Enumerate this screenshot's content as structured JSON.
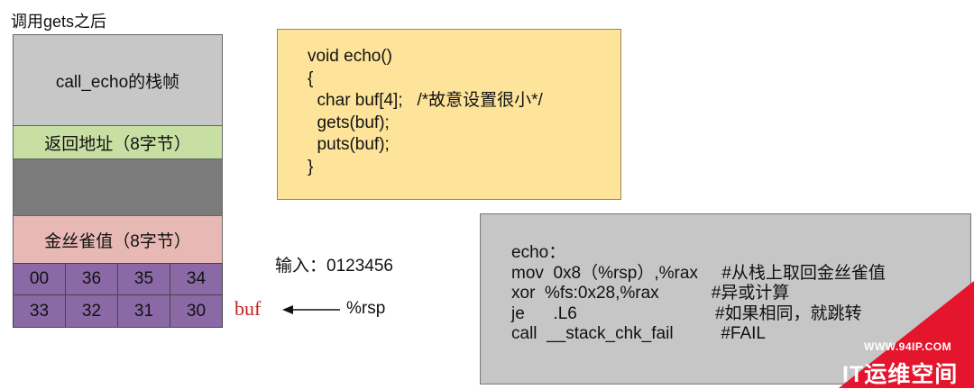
{
  "title": "调用gets之后",
  "stack": {
    "frame": "call_echo的栈帧",
    "return_address": "返回地址（8字节）",
    "gap": "",
    "canary": "金丝雀值（8字节）",
    "rows": [
      [
        "00",
        "36",
        "35",
        "34"
      ],
      [
        "33",
        "32",
        "31",
        "30"
      ]
    ]
  },
  "code": {
    "lines": [
      "void echo()",
      "{",
      "  char buf[4];   /*故意设置很小*/",
      "  gets(buf);",
      "  puts(buf);",
      "}"
    ]
  },
  "input_label": "输入：0123456",
  "buf_label": "buf",
  "rsp_label": "%rsp",
  "asm": {
    "lines": [
      "echo：",
      "mov  0x8（%rsp）,%rax     #从栈上取回金丝雀值",
      "xor  %fs:0x28,%rax           #异或计算",
      "je      .L6                             #如果相同，就跳转",
      "call  __stack_chk_fail          #FAIL"
    ]
  },
  "watermark": {
    "url": "WWW.94IP.COM",
    "brand": "IT运维空间",
    "color": "#e5152d"
  },
  "colors": {
    "frame": "#c7c7c7",
    "return_address": "#c7dfa3",
    "gap": "#7b7b7b",
    "canary": "#e8b9b4",
    "buffer": "#8b69a6",
    "code_bg": "#fde49a",
    "asm_bg": "#c6c6c6"
  }
}
